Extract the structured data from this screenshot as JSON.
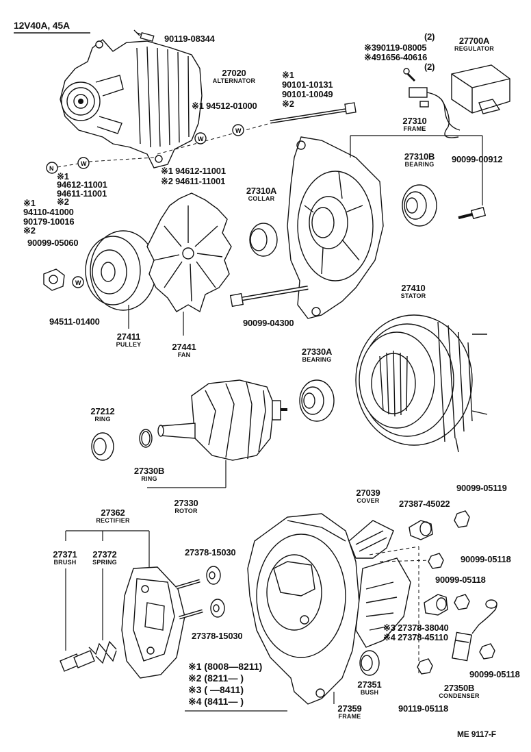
{
  "title": "12V40A, 45A",
  "footer_code": "ME  9117-F",
  "parts": {
    "bolt_top": "90119-08344",
    "alternator": {
      "num": "27020",
      "name": "ALTERNATOR"
    },
    "through_bolt_note1": "※1",
    "through_bolt_a": "90101-10131",
    "through_bolt_b": "90101-10049",
    "through_bolt_note2": "※2",
    "washer_a": "※1 94512-01000",
    "washer_b1": "※1 94612-11001",
    "washer_b2": "※2 94611-11001",
    "nut_note1": "※1",
    "nut_a": "94612-11001",
    "nut_b": "94611-11001",
    "nut_note2": "※2",
    "nut_note1b": "※1",
    "nut_c": "94110-41000",
    "nut_d": "90179-10016",
    "nut_note2b": "※2",
    "nut_pulley": "90099-05060",
    "washer_pulley": "94511-01400",
    "regulator": {
      "num": "27700A",
      "name": "REGULATOR"
    },
    "reg_screw_qty1": "(2)",
    "reg_screw_a": "※390119-08005",
    "reg_screw_b": "※491656-40616",
    "reg_screw_qty2": "(2)",
    "frame_drive": {
      "num": "27310",
      "name": "FRAME"
    },
    "bearing_front": {
      "num": "27310B",
      "name": "BEARING"
    },
    "screw_frame": "90099-00912",
    "collar": {
      "num": "27310A",
      "name": "COLLAR"
    },
    "bolt_frame": "90099-04300",
    "stator": {
      "num": "27410",
      "name": "STATOR"
    },
    "pulley": {
      "num": "27411",
      "name": "PULLEY"
    },
    "fan": {
      "num": "27441",
      "name": "FAN"
    },
    "bearing_rear": {
      "num": "27330A",
      "name": "BEARING"
    },
    "ring_a": {
      "num": "27212",
      "name": "RING"
    },
    "ring_b": {
      "num": "27330B",
      "name": "RING"
    },
    "rotor": {
      "num": "27330",
      "name": "ROTOR"
    },
    "cover": {
      "num": "27039",
      "name": "COVER"
    },
    "screw_cover": "90099-05119",
    "terminal_a": "27387-45022",
    "nut_cover": "90099-05118",
    "nut_cover2": "90099-05118",
    "rectifier": {
      "num": "27362",
      "name": "RECTIFIER"
    },
    "brush": {
      "num": "27371",
      "name": "BRUSH"
    },
    "spring": {
      "num": "27372",
      "name": "SPRING"
    },
    "insulator_a": "27378-15030",
    "insulator_b": "27378-15030",
    "terminal_b3": "※3 27378-38040",
    "terminal_b4": "※4 27378-45110",
    "condenser": {
      "num": "27350B",
      "name": "CONDENSER"
    },
    "nut_condenser": "90099-05118",
    "bush": {
      "num": "27351",
      "name": "BUSH"
    },
    "frame_rear": {
      "num": "27359",
      "name": "FRAME"
    },
    "nut_bottom": "90119-05118"
  },
  "legend": [
    {
      "mark": "※1",
      "range": "(8008—8211)"
    },
    {
      "mark": "※2",
      "range": "(8211—      )"
    },
    {
      "mark": "※3",
      "range": "(      —8411)"
    },
    {
      "mark": "※4",
      "range": "(8411—      )"
    }
  ]
}
